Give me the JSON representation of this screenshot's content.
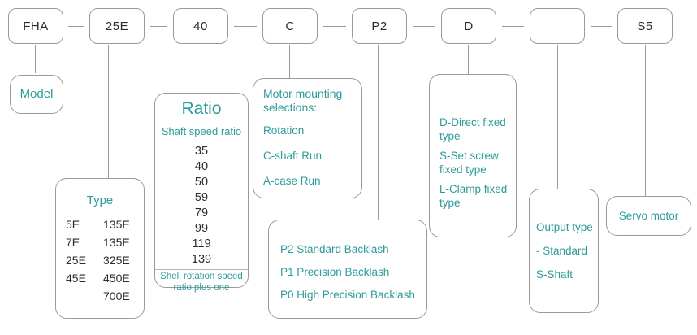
{
  "colors": {
    "accent_teal": "#2e9b9b",
    "box_border": "#9a9a9a",
    "text_dark": "#2b2b2b",
    "background": "#ffffff"
  },
  "code_sequence": [
    {
      "id": "model",
      "label": "FHA"
    },
    {
      "id": "type",
      "label": "25E"
    },
    {
      "id": "ratio",
      "label": "40"
    },
    {
      "id": "mounting",
      "label": "C"
    },
    {
      "id": "backlash",
      "label": "P2"
    },
    {
      "id": "fixing",
      "label": "D"
    },
    {
      "id": "output",
      "label": ""
    },
    {
      "id": "servo",
      "label": "S5"
    }
  ],
  "model_box": {
    "label": "Model"
  },
  "type_box": {
    "title": "Type",
    "col_left": [
      "5E",
      "7E",
      "25E",
      "45E"
    ],
    "col_right": [
      "135E",
      "135E",
      "325E",
      "450E",
      "700E"
    ]
  },
  "ratio_box": {
    "title": "Ratio",
    "subtitle": "Shaft speed ratio",
    "values": [
      "35",
      "40",
      "50",
      "59",
      "79",
      "99",
      "119",
      "139"
    ],
    "footer": "Shell rotation speed\nratio plus one"
  },
  "mounting_box": {
    "heading": "Motor mounting\nselections:",
    "items": [
      "Rotation",
      "C-shaft Run",
      "A-case Run"
    ]
  },
  "backlash_box": {
    "items": [
      "P2 Standard Backlash",
      "P1 Precision Backlash",
      "P0 High Precision Backlash"
    ]
  },
  "fixing_box": {
    "items": [
      "D-Direct fixed\ntype",
      "S-Set screw\nfixed type",
      "L-Clamp fixed\ntype"
    ]
  },
  "output_box": {
    "title": "Output type",
    "items": [
      "- Standard",
      "S-Shaft"
    ]
  },
  "servo_box": {
    "label": "Servo motor"
  }
}
